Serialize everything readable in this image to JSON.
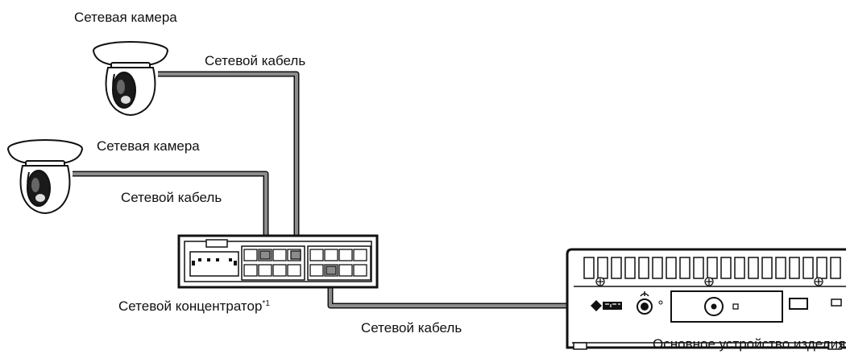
{
  "labels": {
    "camera_top": "Сетевая камера",
    "camera_mid": "Сетевая камера",
    "cable_top": "Сетевой кабель",
    "cable_mid": "Сетевой кабель",
    "cable_bottom": "Сетевой кабель",
    "hub": "Сетевой концентратор",
    "hub_footnote": "*1",
    "main_unit": "Основное устройство изделия"
  },
  "colors": {
    "stroke": "#111111",
    "cable_gray": "#8c8c8c",
    "lens_dark": "#1a1a1a"
  },
  "icons": [
    "dome-camera-icon",
    "network-hub-icon",
    "main-unit-device-icon",
    "eizo-logo"
  ]
}
